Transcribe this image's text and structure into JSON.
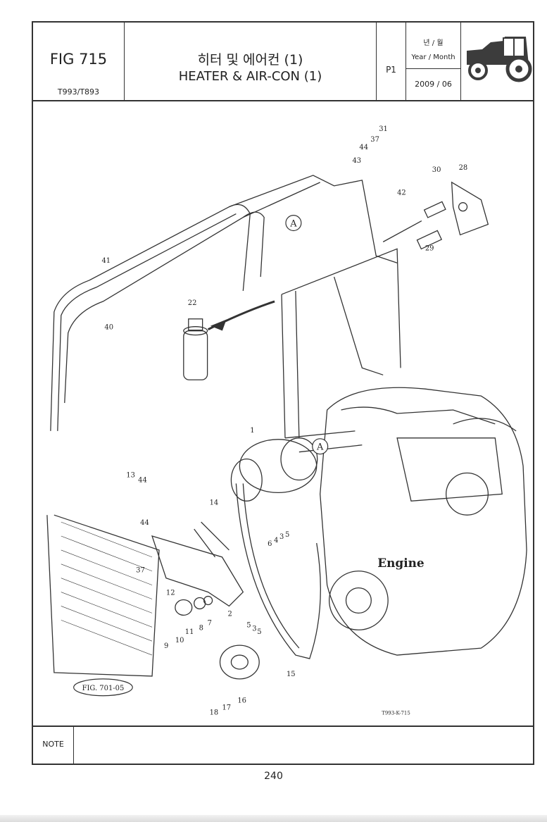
{
  "header": {
    "fig_label": "FIG 715",
    "model": "T993/T893",
    "title_kr": "히터 및 에어컨 (1)",
    "title_en": "HEATER & AIR-CON (1)",
    "page": "P1",
    "date_header_kr": "년 / 월",
    "date_header_en": "Year / Month",
    "date_value": "2009 / 06",
    "logo": "tractor-silhouette"
  },
  "drawing": {
    "engine_label": "Engine",
    "drawing_code": "T993-K-715",
    "fig_reference": "FIG. 701-05",
    "detail_marker": "A",
    "callouts": [
      "31",
      "37",
      "44",
      "43",
      "30",
      "28",
      "42",
      "29",
      "41",
      "40",
      "22",
      "1",
      "13",
      "44",
      "14",
      "44",
      "37",
      "6",
      "4",
      "3",
      "5",
      "12",
      "7",
      "8",
      "11",
      "10",
      "9",
      "2",
      "5",
      "3",
      "5",
      "15",
      "16",
      "17",
      "18"
    ]
  },
  "footer": {
    "note_label": "NOTE",
    "page_number": "240"
  }
}
